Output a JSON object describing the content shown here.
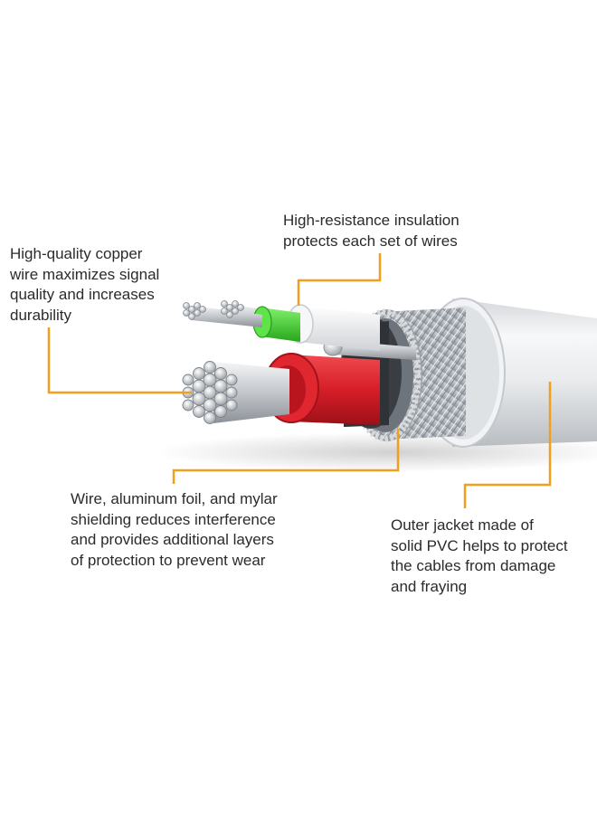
{
  "colors": {
    "leader_line": "#f0a01e",
    "jacket": "#e7e9eb",
    "shield_braid": "#b9bec4",
    "red_insulation": "#d9202a",
    "green_insulation": "#3fcf2a",
    "copper_strand": "#c9ccd0",
    "text": "#2b2b2b"
  },
  "callouts": {
    "copper": {
      "lines": [
        "High-quality copper",
        "wire maximizes signal",
        "quality and increases",
        "durability"
      ]
    },
    "insulation": {
      "lines": [
        "High-resistance insulation",
        "protects each set of wires"
      ]
    },
    "shielding": {
      "lines": [
        "Wire, aluminum foil, and mylar",
        "shielding reduces interference",
        "and provides additional layers",
        "of protection to prevent wear"
      ]
    },
    "jacket": {
      "lines": [
        "Outer jacket made of",
        "solid PVC helps to protect",
        "the cables from damage",
        "and fraying"
      ]
    }
  }
}
